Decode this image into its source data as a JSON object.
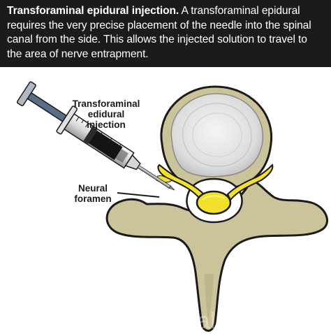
{
  "caption": {
    "lead": "Transforaminal epidural injection.",
    "body": " A transforaminal epidural requires the very precise placement of the needle into the spinal canal from the side. This allows the injected solution to travel to the area of nerve entrapment."
  },
  "labels": {
    "injection": "Transforaminal edidural injection",
    "foramen": "Neural foramen"
  },
  "watermark": "CaringMedical.com",
  "colors": {
    "bone": "#cbc49a",
    "bone_outline": "#1a1a1a",
    "disc": "#d9d9d9",
    "nerve": "#f2e02a",
    "header_bg": "#1b1b1b",
    "syringe_fluid": "#141414",
    "plunger": "#5a6f87"
  }
}
